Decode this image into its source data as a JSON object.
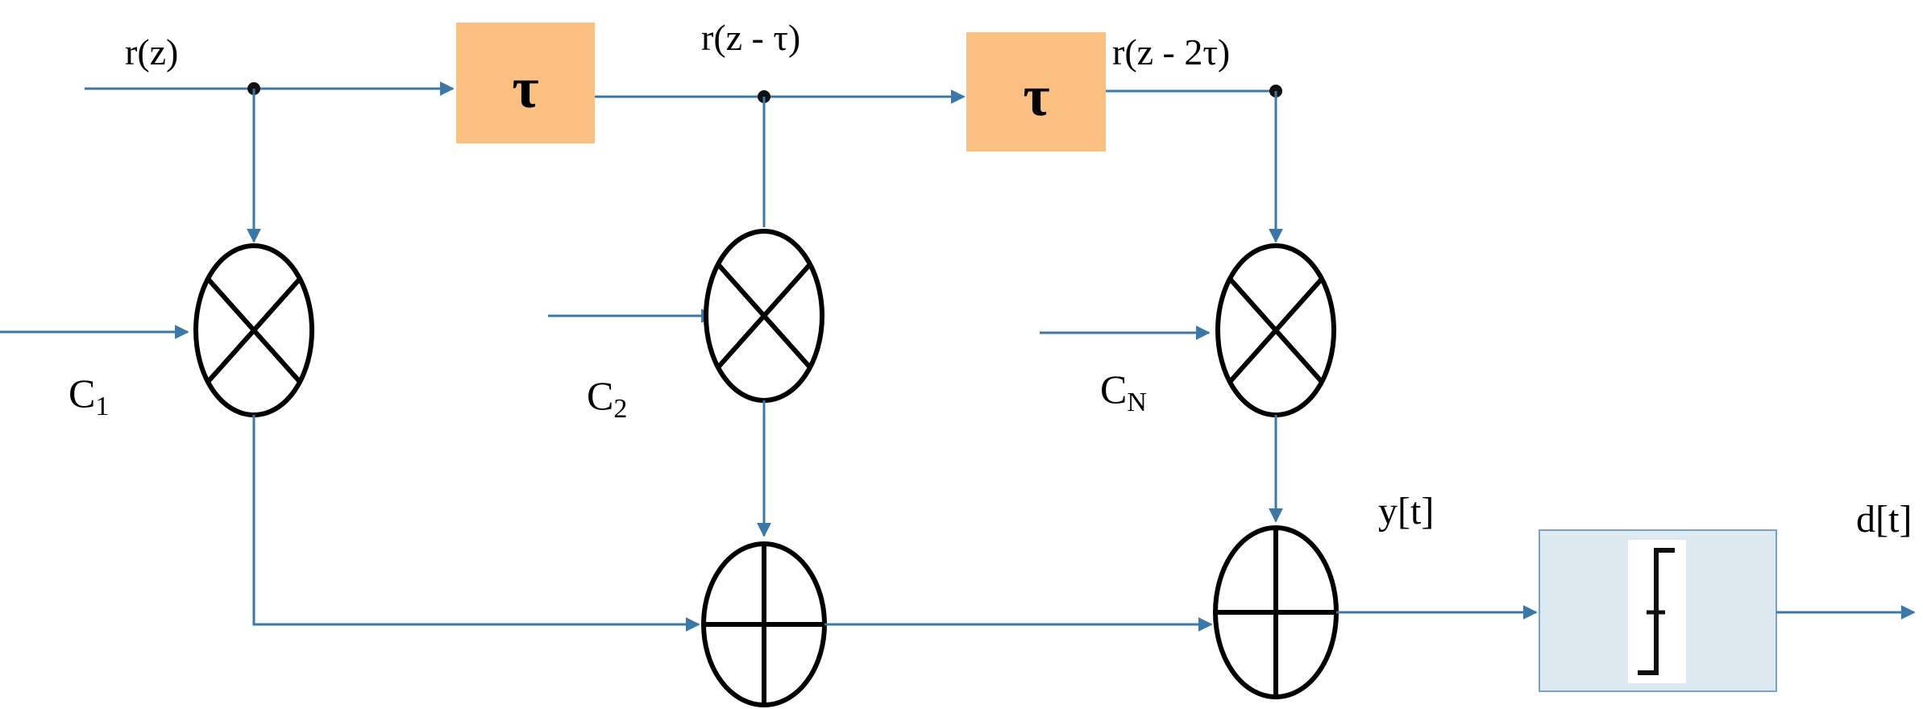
{
  "diagram": {
    "labels": {
      "r_z": "r(z)",
      "r_z_tau": "r(z - τ)",
      "r_z_2tau": "r(z - 2τ)",
      "c1_base": "C",
      "c1_sub": "1",
      "c2_base": "C",
      "c2_sub": "2",
      "cn_base": "C",
      "cn_sub": "N",
      "y_t": "y[t]",
      "d_t": "d[t]"
    },
    "delay_blocks": [
      {
        "symbol": "τ"
      },
      {
        "symbol": "τ"
      }
    ],
    "colors": {
      "wire": "#3b78a8",
      "delay_fill": "#fbbf82",
      "decision_fill": "#ddeaf1",
      "decision_border": "#7aa3c4",
      "operator_stroke": "#000000"
    },
    "icons": {
      "multiplier": "multiply-circle-icon",
      "adder": "plus-circle-icon",
      "decision": "step-function-icon"
    }
  }
}
